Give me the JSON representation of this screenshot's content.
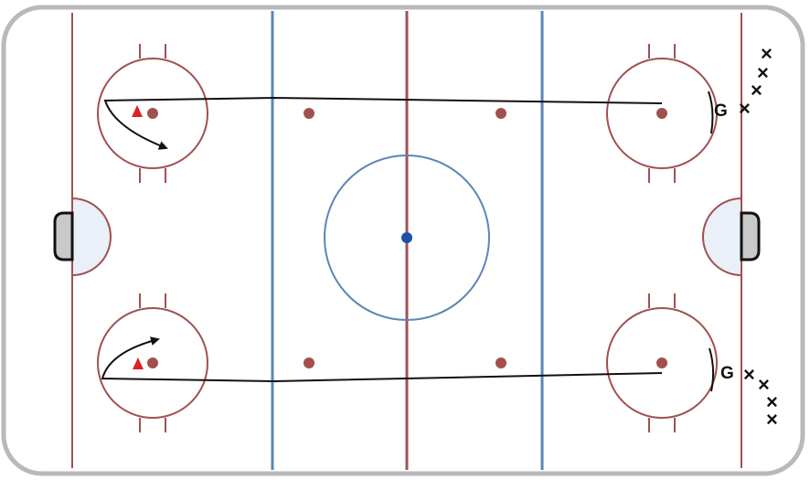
{
  "diagram": {
    "colors": {
      "rink_border": "#b9b9b9",
      "ice": "#ffffff",
      "red_line": "#a05050",
      "blue_line": "#5b86b5",
      "center_dot": "#1f4fa8",
      "crease_fill": "#e9f0f7",
      "net_fill": "#c9c9c9",
      "path": "#111111",
      "player_marker": "#e02020"
    },
    "goalie_label": "G",
    "skater_symbol": "×",
    "player_marker_shape": "triangle",
    "drills": [
      {
        "name": "top-drill",
        "goalie": "G",
        "skaters_in_line": 4
      },
      {
        "name": "bottom-drill",
        "goalie": "G",
        "skaters_in_line": 4
      }
    ]
  }
}
